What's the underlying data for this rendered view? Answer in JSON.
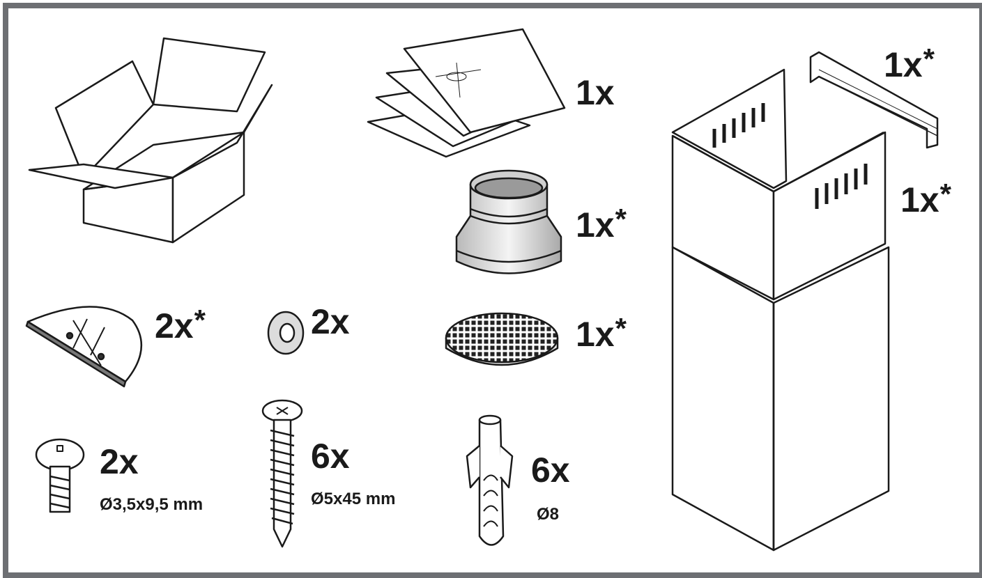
{
  "items": {
    "instructions": {
      "qty": "1x",
      "note": ""
    },
    "reducer": {
      "qty": "1x",
      "note": "*"
    },
    "filter": {
      "qty": "1x",
      "note": "*"
    },
    "bracket": {
      "qty": "1x",
      "note": "*"
    },
    "chimney": {
      "qty": "1x",
      "note": "*"
    },
    "cover_halfdisc": {
      "qty": "2x",
      "note": "*"
    },
    "washer": {
      "qty": "2x",
      "note": ""
    },
    "small_screw": {
      "qty": "2x",
      "spec": "Ø3,5x9,5 mm"
    },
    "long_screw": {
      "qty": "6x",
      "spec": "Ø5x45 mm"
    },
    "wall_plug": {
      "qty": "6x",
      "spec": "Ø8"
    }
  },
  "colors": {
    "frame": "#6d6f73",
    "ink": "#1a1a1a"
  },
  "icons": [
    "box-icon",
    "manual-icon",
    "reducer-icon",
    "filter-icon",
    "bracket-icon",
    "chimney-icon",
    "halfdisc-icon",
    "washer-icon",
    "screw-icon",
    "long-screw-icon",
    "wall-plug-icon"
  ]
}
